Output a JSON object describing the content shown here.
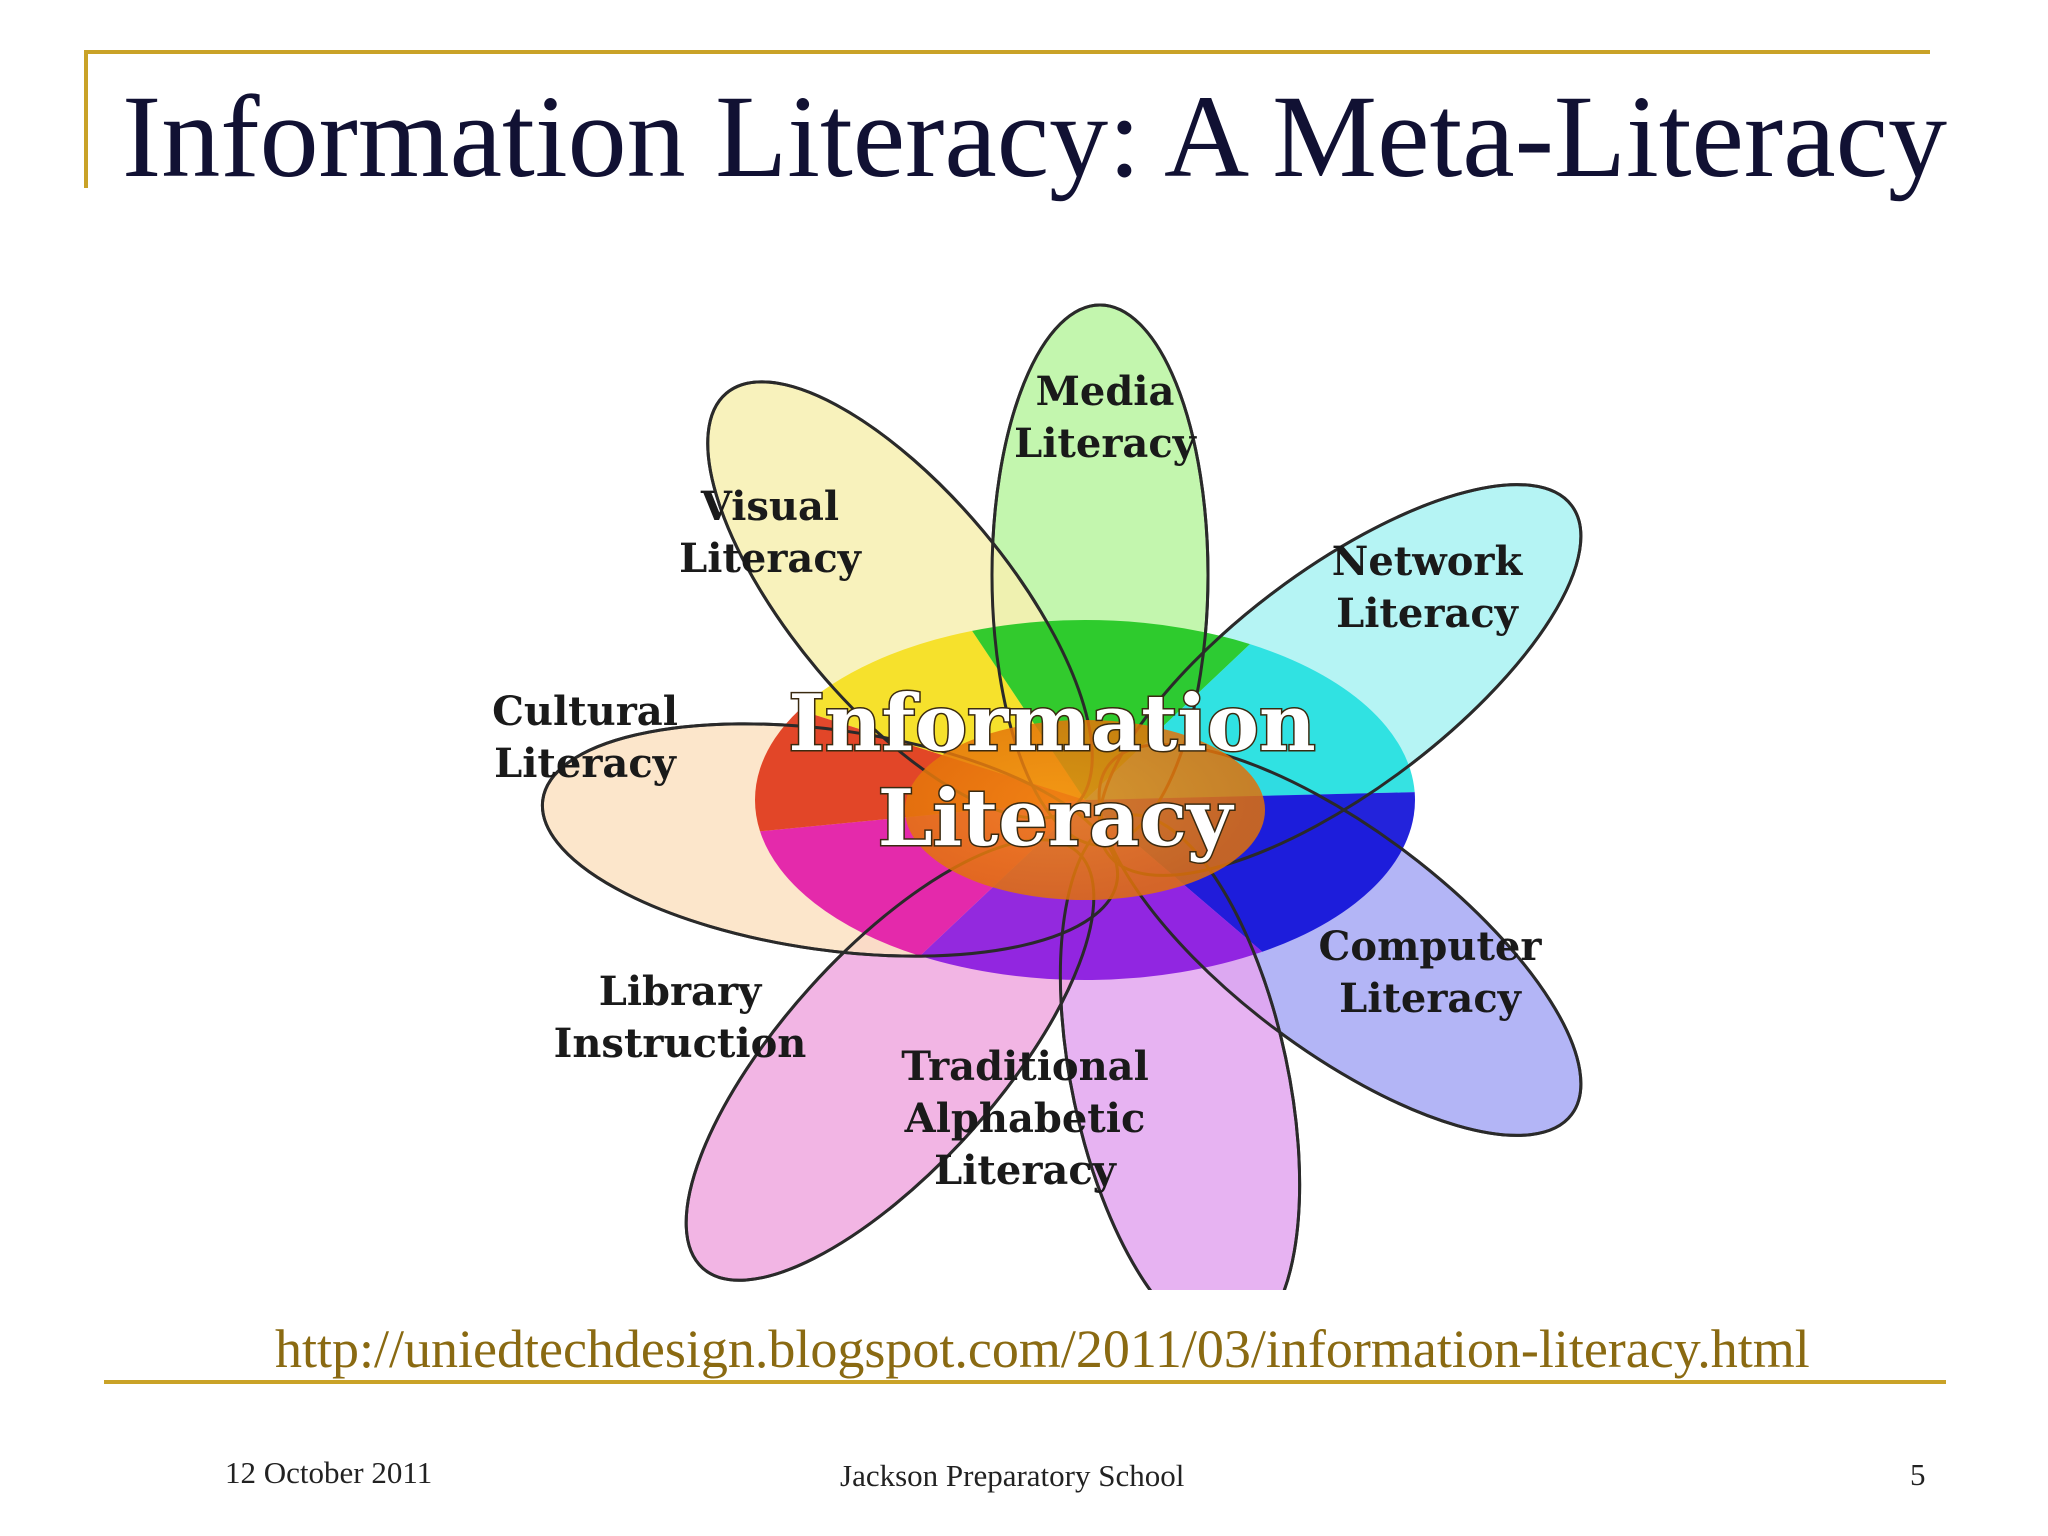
{
  "slide": {
    "title": "Information Literacy: A Meta-Literacy",
    "source_url": "http://uniedtechdesign.blogspot.com/2011/03/information-literacy.html"
  },
  "diagram": {
    "center": {
      "line1": "Information",
      "line2": "Literacy",
      "color": "#e88a10"
    },
    "petals": [
      {
        "id": "media",
        "lines": [
          "Media",
          "Literacy"
        ],
        "color": "#b8f5a0",
        "core": "#22c722"
      },
      {
        "id": "network",
        "lines": [
          "Network",
          "Literacy"
        ],
        "color": "#a8f2f2",
        "core": "#25e0e0"
      },
      {
        "id": "computer",
        "lines": [
          "Computer",
          "Literacy"
        ],
        "color": "#a6a8f5",
        "core": "#1010d8"
      },
      {
        "id": "traditional",
        "lines": [
          "Traditional",
          "Alphabetic",
          "Literacy"
        ],
        "color": "#e3a6f0",
        "core": "#8a1ae0"
      },
      {
        "id": "library",
        "lines": [
          "Library",
          "Instruction"
        ],
        "color": "#f0a8df",
        "core": "#e21aa8"
      },
      {
        "id": "cultural",
        "lines": [
          "Cultural",
          "Literacy"
        ],
        "color": "#fbe2c2",
        "core": "#e0381a"
      },
      {
        "id": "visual",
        "lines": [
          "Visual",
          "Literacy"
        ],
        "color": "#f7f0b0",
        "core": "#f5e020"
      }
    ]
  },
  "footer": {
    "date": "12  October 2011",
    "school": "Jackson Preparatory School",
    "page": "5"
  },
  "colors": {
    "accent_rule": "#c9a227",
    "title_text": "#111133",
    "link_text": "#8a6a12"
  }
}
